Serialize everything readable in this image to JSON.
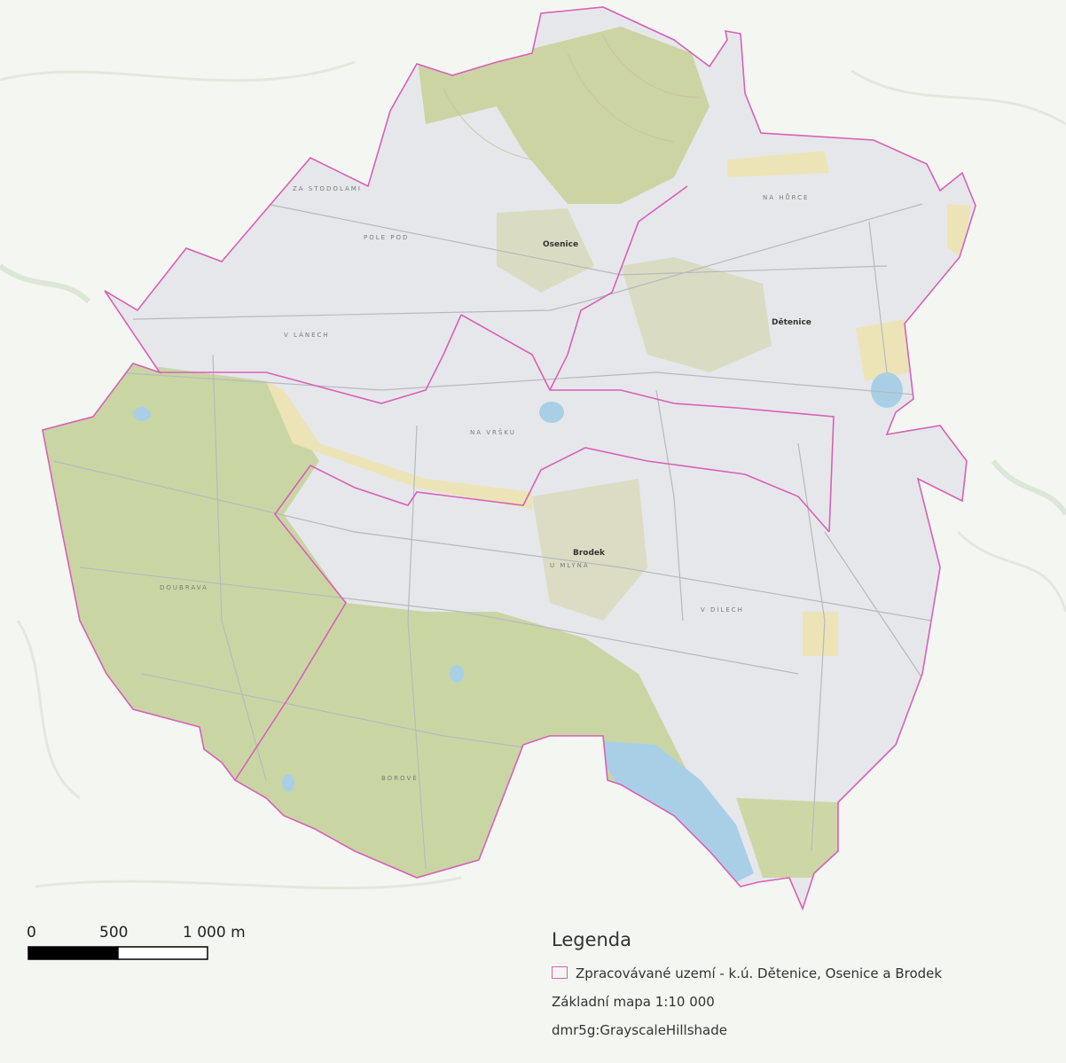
{
  "map": {
    "places": [
      {
        "name": "Dětenice"
      },
      {
        "name": "Osenice"
      },
      {
        "name": "Brodek"
      }
    ],
    "colors": {
      "boundary": "#d860b8",
      "forest": "#c9d6a4",
      "field": "#e6e7ea",
      "meadow": "#ece4b6",
      "water": "#a9cfe6",
      "background": "#f4f6f1"
    }
  },
  "scale_bar": {
    "ticks": [
      "0",
      "500",
      "1 000 m"
    ],
    "segment_fill": [
      "#000000",
      "#ffffff"
    ]
  },
  "legend": {
    "title": "Legenda",
    "items": [
      {
        "label": "Zpracovávané uzemí - k.ú. Dětenice, Osenice a Brodek",
        "symbol": "boundary-swatch"
      },
      {
        "label": "Základní mapa 1:10 000",
        "symbol": "none"
      },
      {
        "label": "dmr5g:GrayscaleHillshade",
        "symbol": "none"
      }
    ]
  }
}
